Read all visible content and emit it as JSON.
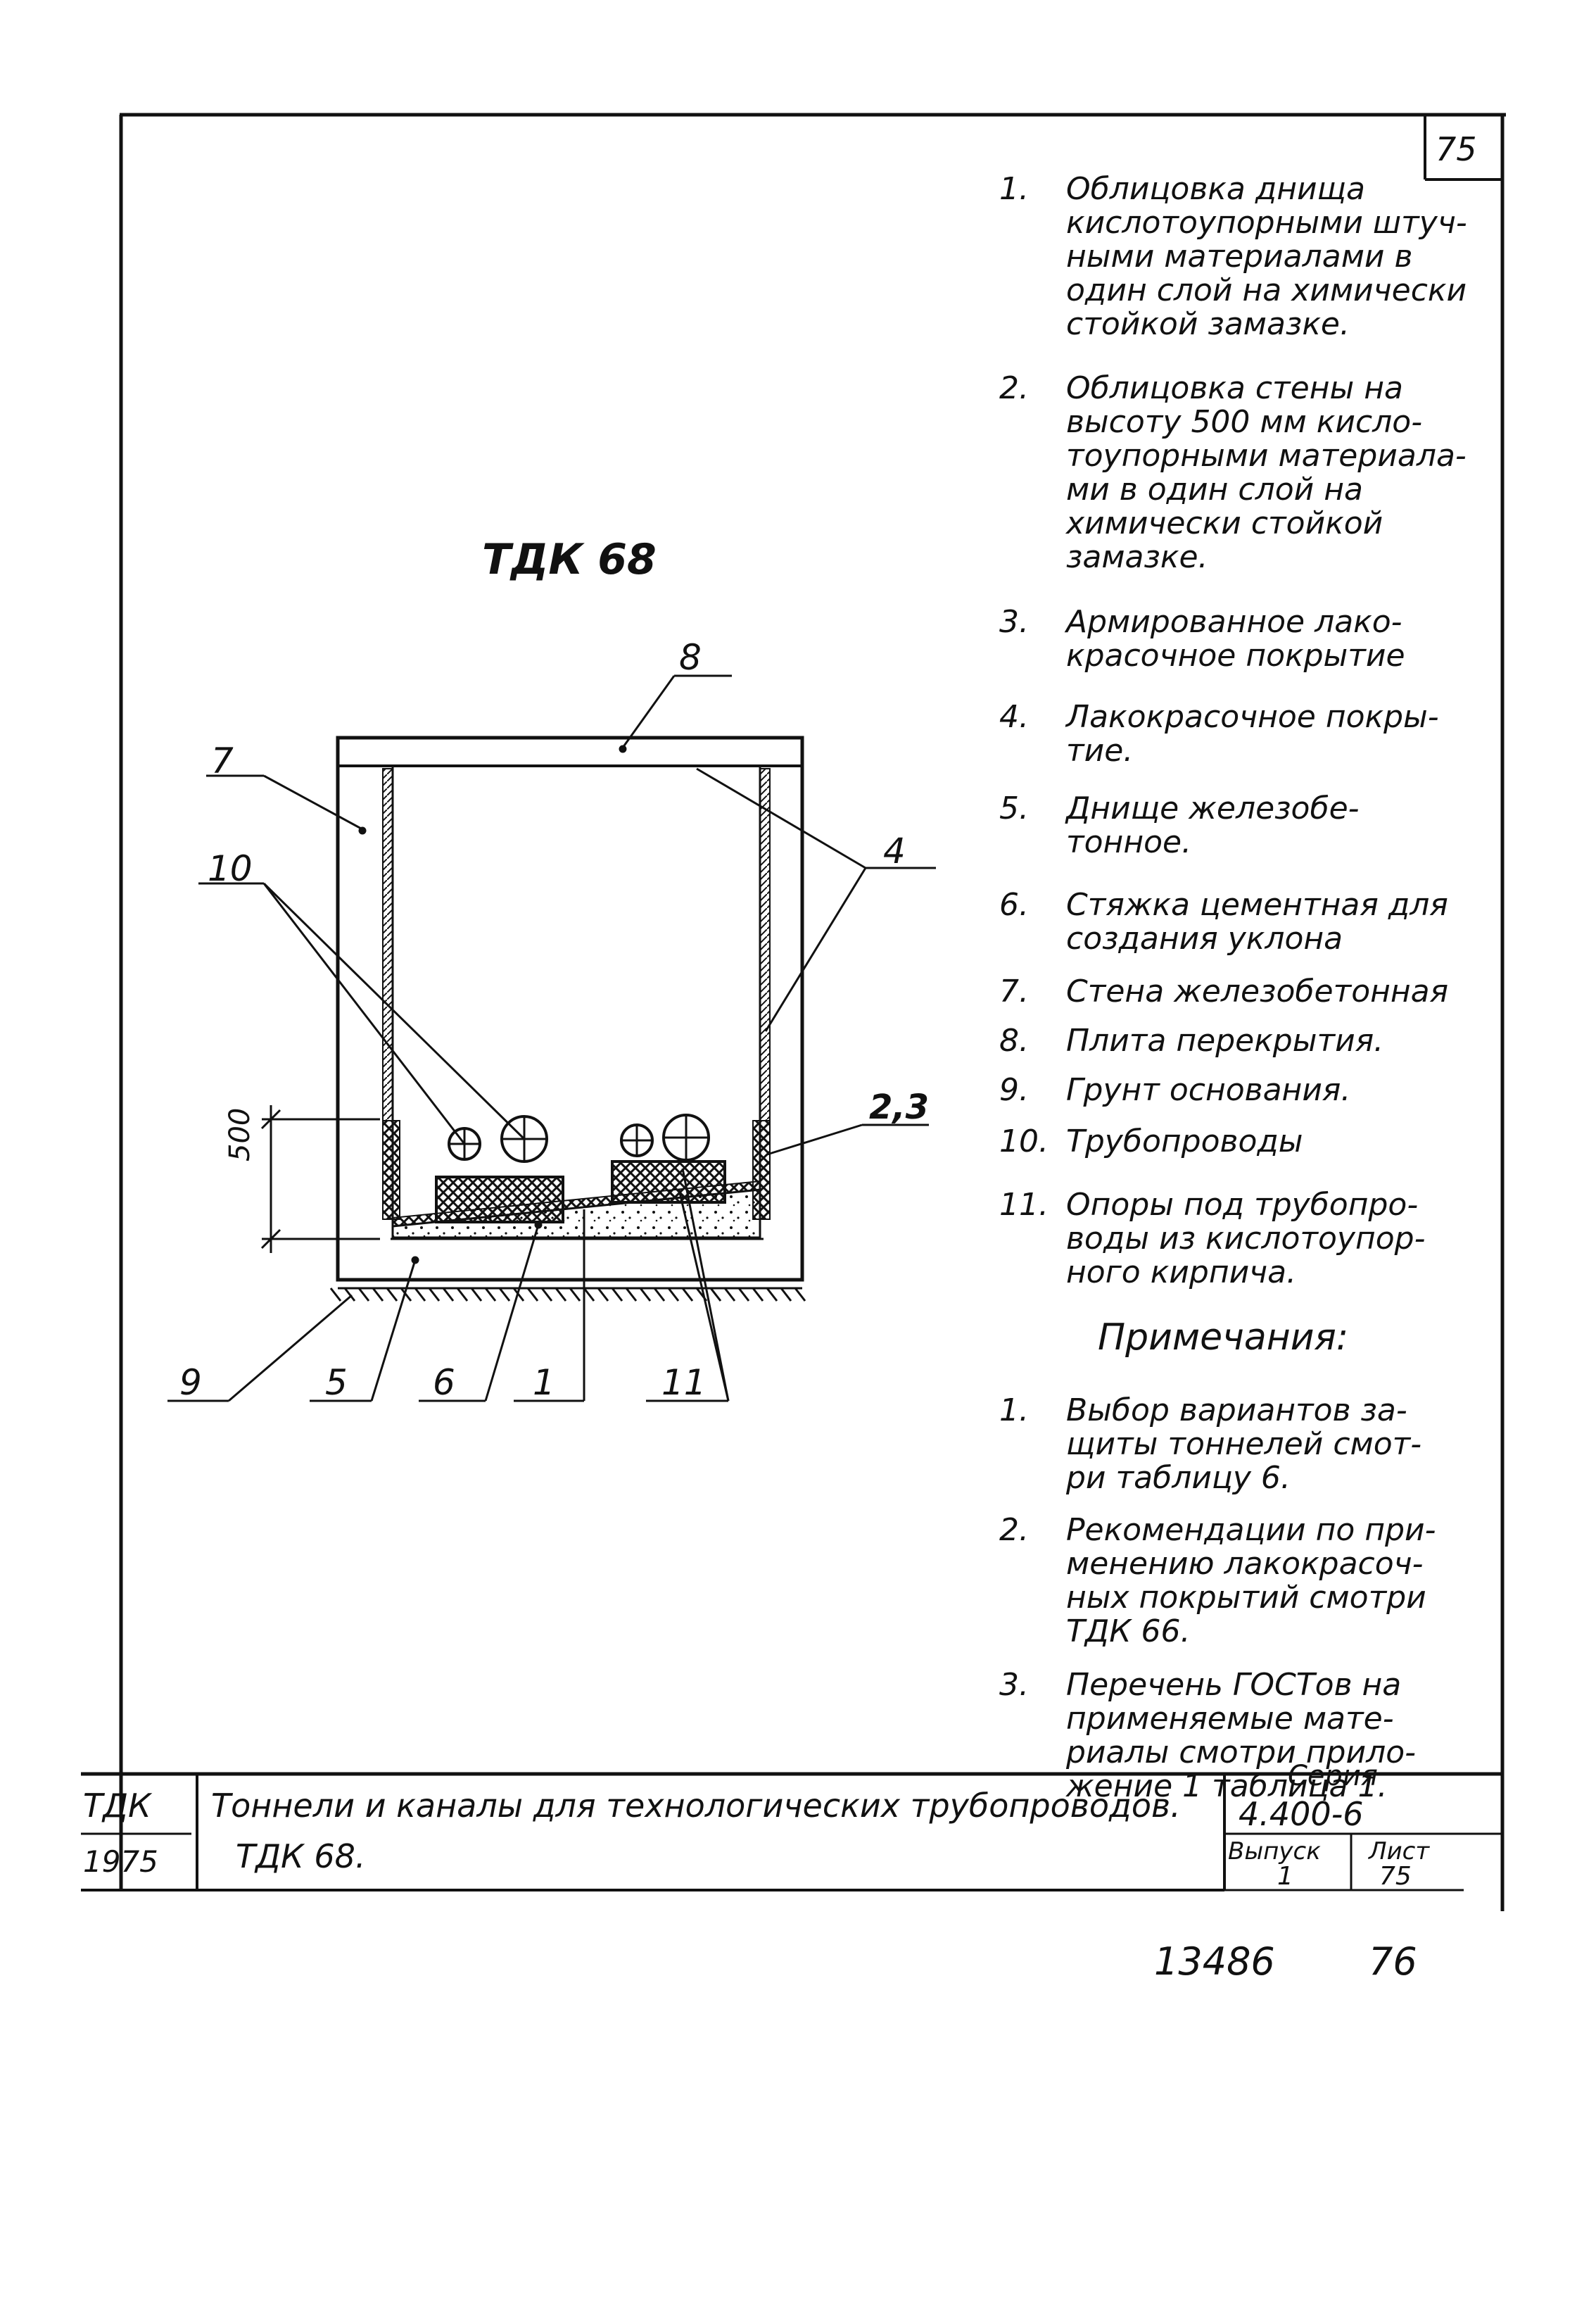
{
  "sheet_number_box": "75",
  "drawing_title": "ТДК 68",
  "dimension_500": "500",
  "callouts": [
    "1",
    "2,3",
    "4",
    "5",
    "6",
    "7",
    "8",
    "9",
    "10",
    "11"
  ],
  "legend": [
    {
      "num": "1.",
      "text": "Облицовка днища\nкислотоупорными штуч-\nными материалами в\nодин слой на химически\nстойкой замазке."
    },
    {
      "num": "2.",
      "text": "Облицовка стены на\nвысоту 500 мм кисло-\nтоупорными материала-\nми в один слой на\nхимически стойкой\nзамазке."
    },
    {
      "num": "3.",
      "text": "Армированное лако-\nкрасочное покрытие"
    },
    {
      "num": "4.",
      "text": "Лакокрасочное покры-\nтие."
    },
    {
      "num": "5.",
      "text": "Днище железобе-\nтонное."
    },
    {
      "num": "6.",
      "text": "Стяжка цементная для\nсоздания уклона"
    },
    {
      "num": "7.",
      "text": "Стена железобетонная"
    },
    {
      "num": "8.",
      "text": "Плита перекрытия."
    },
    {
      "num": "9.",
      "text": "Грунт основания."
    },
    {
      "num": "10.",
      "text": "Трубопроводы"
    },
    {
      "num": "11.",
      "text": "Опоры под трубопро-\nводы из кислотоупор-\nного кирпича."
    }
  ],
  "notes_heading": "Примечания:",
  "notes": [
    {
      "num": "1.",
      "text": "Выбор вариантов за-\nщиты тоннелей смот-\nри таблицу 6."
    },
    {
      "num": "2.",
      "text": "Рекомендации по при-\nменению лакокрасоч-\nных покрытий смотри\nТДК 66."
    },
    {
      "num": "3.",
      "text": "Перечень ГОСТов на\nприменяемые мате-\nриалы смотри прило-\nжение 1 таблица 1."
    }
  ],
  "title_block": {
    "code": "ТДК",
    "year": "1975",
    "title": "Тоннели и каналы для технологических трубопроводов.",
    "subtitle": "ТДК 68.",
    "series_label": "Серия",
    "series_value": "4.400-6",
    "issue_label": "Выпуск",
    "issue_value": "1",
    "sheet_label": "Лист",
    "sheet_value": "75"
  },
  "footer_numbers": {
    "left": "13486",
    "right": "76"
  }
}
